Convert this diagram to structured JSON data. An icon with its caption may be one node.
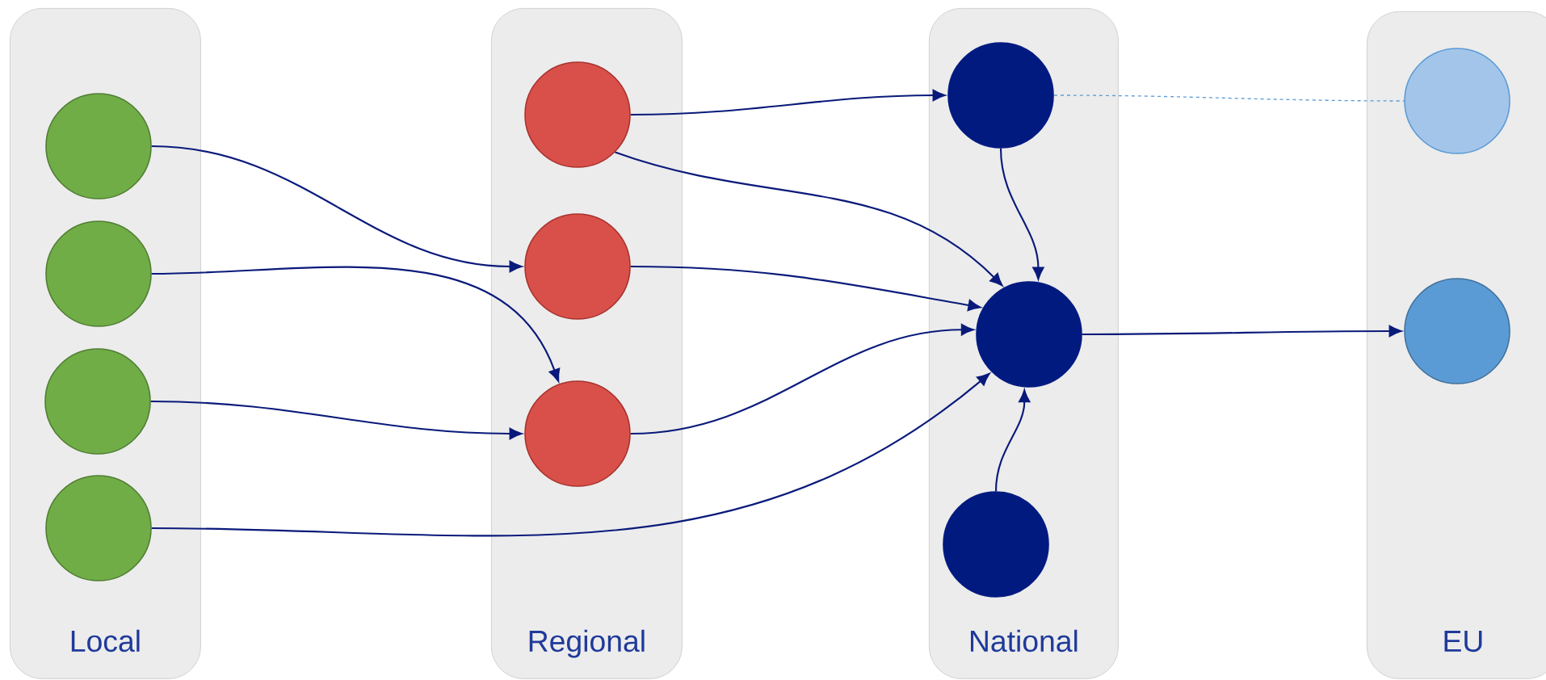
{
  "diagram": {
    "nodes": [
      {
        "text": [
          "Local"
        ]
      },
      {
        "text": [],
        "shape": "circle",
        "in": 0
      },
      {
        "text": [],
        "shape": "circle",
        "in": 0
      },
      {
        "text": [],
        "shape": "circle",
        "in": 0
      },
      {
        "text": [],
        "shape": "circle",
        "in": 0
      },
      {
        "text": [
          "Regional"
        ]
      },
      {
        "text": [],
        "shape": "circle",
        "in": 5
      },
      {
        "text": [],
        "shape": "circle",
        "in": 5
      },
      {
        "text": [],
        "shape": "circle",
        "in": 5
      },
      {
        "text": [
          "National"
        ]
      },
      {
        "text": [],
        "shape": "circle",
        "in": 9
      },
      {
        "text": [],
        "shape": "circle",
        "in": 9
      },
      {
        "text": [],
        "shape": "circle",
        "in": 9
      },
      {
        "text": [
          "EU"
        ]
      },
      {
        "text": [],
        "shape": "circle",
        "in": 13
      },
      {
        "text": [],
        "shape": "circle",
        "in": 13
      }
    ],
    "edges": [
      {
        "from": 1,
        "to": 7,
        "arrow": "to"
      },
      {
        "from": 2,
        "to": 8,
        "arrow": "to"
      },
      {
        "from": 3,
        "to": 8,
        "arrow": "to"
      },
      {
        "from": 4,
        "to": 11,
        "arrow": "to"
      },
      {
        "from": 6,
        "to": 10,
        "arrow": "to"
      },
      {
        "from": 6,
        "to": 11,
        "arrow": "to"
      },
      {
        "from": 7,
        "to": 11,
        "arrow": "to"
      },
      {
        "from": 8,
        "to": 11,
        "arrow": "to"
      },
      {
        "from": 10,
        "to": 11,
        "arrow": "to"
      },
      {
        "from": 12,
        "to": 11,
        "arrow": "to"
      },
      {
        "from": 11,
        "to": 15,
        "arrow": "to"
      },
      {
        "from": 10,
        "to": 14,
        "arrow": "none",
        "style": "dashed",
        "color": "#5b9bd5"
      }
    ]
  }
}
